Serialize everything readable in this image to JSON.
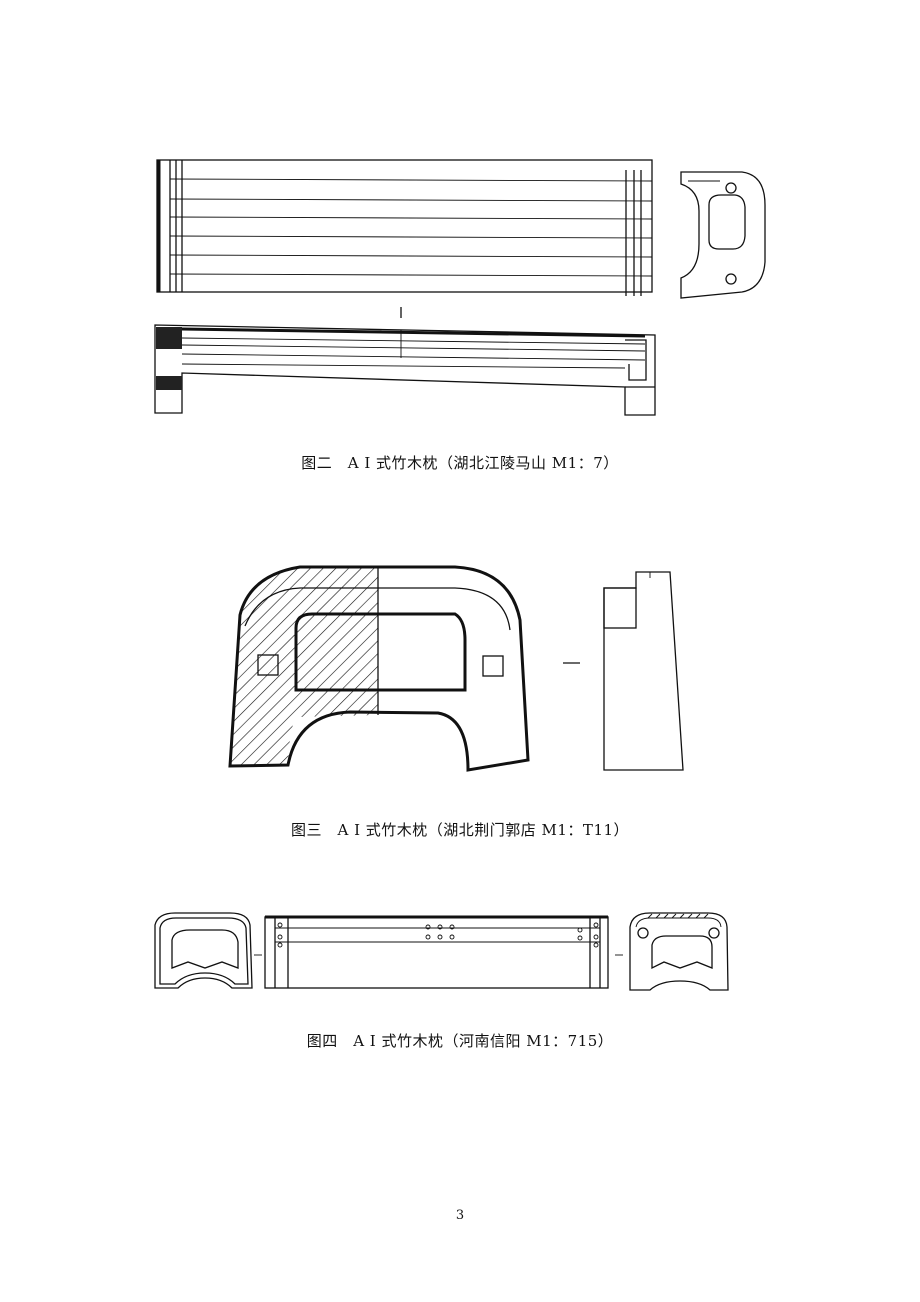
{
  "figures": [
    {
      "caption": "图二　A I 式竹木枕（湖北江陵马山 M1：7）"
    },
    {
      "caption": "图三　A I 式竹木枕（湖北荆门郭店 M1：T11）"
    },
    {
      "caption": "图四　A I 式竹木枕（河南信阳 M1：715）"
    }
  ],
  "page_number": "3"
}
